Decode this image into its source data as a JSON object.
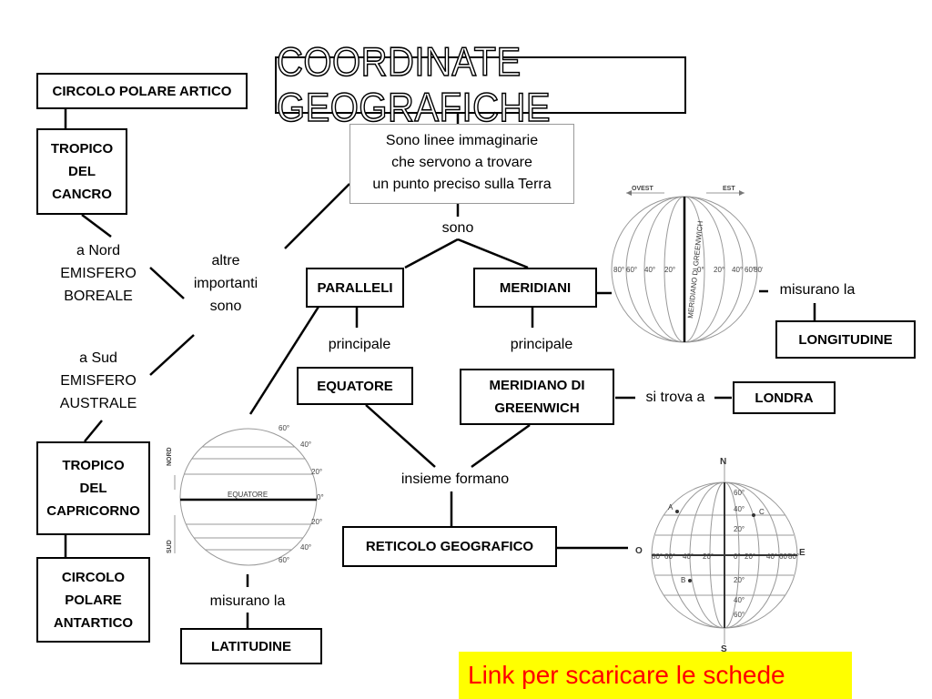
{
  "title": "COORDINATE GEOGRAFICHE",
  "definition": "Sono linee immaginarie\nche servono a trovare\nun punto preciso sulla Terra",
  "labels": {
    "sono": "sono",
    "altre_importanti": "altre\nimportanti\nsono",
    "nord": "a Nord\nEMISFERO\nBOREALE",
    "sud": "a Sud\nEMISFERO\nAUSTRALE",
    "principale_left": "principale",
    "principale_right": "principale",
    "insieme_formano": "insieme formano",
    "misurano_la_right": "misurano la",
    "misurano_la_left": "misurano la",
    "si_trova_a": "si trova a"
  },
  "boxes": {
    "circolo_polare_artico": "CIRCOLO POLARE ARTICO",
    "tropico_cancro": "TROPICO\nDEL\nCANCRO",
    "tropico_capricorno": "TROPICO\nDEL\nCAPRICORNO",
    "circolo_polare_antartico": "CIRCOLO\nPOLARE\nANTARTICO",
    "paralleli": "PARALLELI",
    "meridiani": "MERIDIANI",
    "equatore": "EQUATORE",
    "meridiano_greenwich": "MERIDIANO DI\nGREENWICH",
    "londra": "LONDRA",
    "longitudine": "LONGITUDINE",
    "latitudine": "LATITUDINE",
    "reticolo": "RETICOLO GEOGRAFICO"
  },
  "globe_meridians": {
    "ovest": "OVEST",
    "est": "EST",
    "greenwich": "MERIDIANO DI GREENWICH",
    "ticks": [
      "80°",
      "60°",
      "40°",
      "20°",
      "0°",
      "20°",
      "40°",
      "60°",
      "80°"
    ]
  },
  "globe_parallels": {
    "nord": "NORD",
    "sud": "SUD",
    "equatore": "EQUATORE",
    "ticks": [
      "60°",
      "40°",
      "20°",
      "0°",
      "20°",
      "40°",
      "60°"
    ]
  },
  "globe_grid": {
    "n": "N",
    "s": "S",
    "o": "O",
    "e": "E",
    "a": "A",
    "b": "B",
    "c": "C",
    "top_ticks": [
      "60°",
      "40°",
      "20°"
    ],
    "row_ticks": [
      "80°",
      "60°",
      "40°",
      "20°",
      "0°",
      "20°",
      "40°",
      "60°",
      "80°"
    ],
    "bottom_ticks": [
      "20°",
      "40°",
      "60°"
    ]
  },
  "link_text": "Link per scaricare le schede",
  "colors": {
    "link_bg": "#ffff00",
    "link_text": "#ff0000"
  }
}
